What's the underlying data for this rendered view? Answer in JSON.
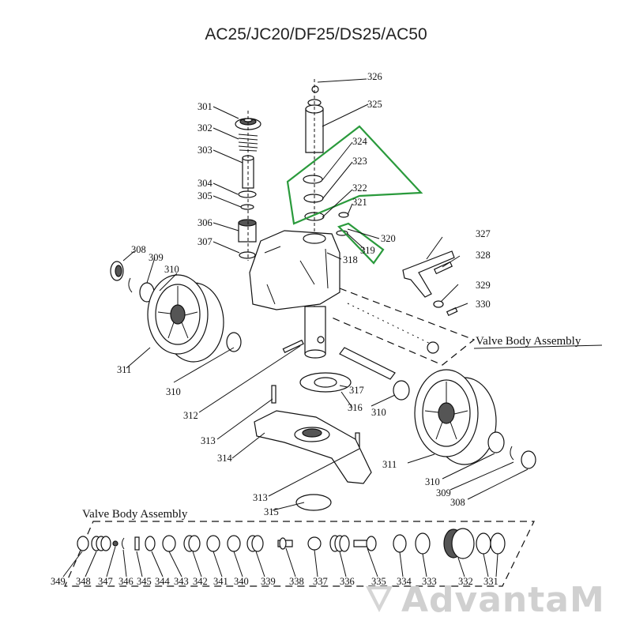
{
  "title": "AC25/JC20/DF25/DS25/AC50",
  "assembly_label_top": "Valve Body Assembly",
  "assembly_label_bottom": "Valve Body Assembly",
  "watermark": "AdvantaM",
  "highlight_color": "#2a9a3c",
  "part_numbers": {
    "p301": "301",
    "p302": "302",
    "p303": "303",
    "p304": "304",
    "p305": "305",
    "p306": "306",
    "p307": "307",
    "p308a": "308",
    "p309a": "309",
    "p310a": "310",
    "p311a": "311",
    "p310b": "310",
    "p312": "312",
    "p313a": "313",
    "p314": "314",
    "p313b": "313",
    "p315": "315",
    "p316": "316",
    "p317": "317",
    "p310c": "310",
    "p311b": "311",
    "p310d": "310",
    "p309b": "309",
    "p308b": "308",
    "p318": "318",
    "p319": "319",
    "p320": "320",
    "p321": "321",
    "p322": "322",
    "p323": "323",
    "p324": "324",
    "p325": "325",
    "p326": "326",
    "p327": "327",
    "p328": "328",
    "p329": "329",
    "p330": "330",
    "p349": "349",
    "p348": "348",
    "p347": "347",
    "p346": "346",
    "p345": "345",
    "p344": "344",
    "p343": "343",
    "p342": "342",
    "p341": "341",
    "p340": "340",
    "p339": "339",
    "p338": "338",
    "p337": "337",
    "p336": "336",
    "p335": "335",
    "p334": "334",
    "p333": "333",
    "p332": "332",
    "p331": "331"
  }
}
